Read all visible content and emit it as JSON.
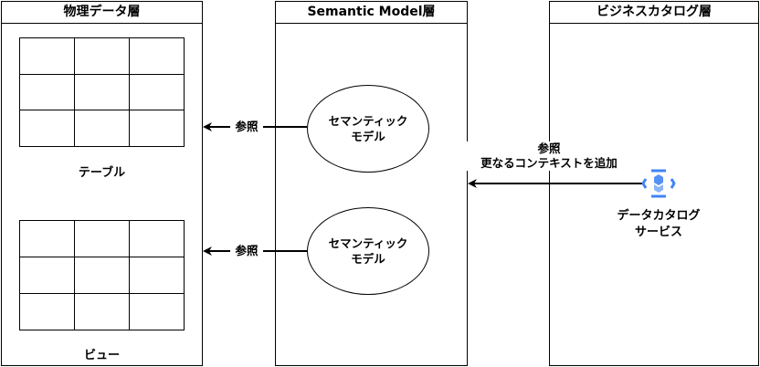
{
  "lanes": {
    "physical": "物理データ層",
    "semantic": "Semantic Model層",
    "catalog": "ビジネスカタログ層"
  },
  "physical": {
    "table_label": "テーブル",
    "view_label": "ビュー"
  },
  "semantic": {
    "model_1": "セマンティック\nモデル",
    "model_2": "セマンティック\nモデル"
  },
  "catalog": {
    "service_label": "データカタログ\nサービス",
    "service_icon": "data-catalog-hexagon-icon",
    "icon_color": "#4285f4"
  },
  "edges": {
    "ref_1": "参照",
    "ref_2": "参照",
    "ref_3": "参照\n更なるコンテキストを追加"
  }
}
